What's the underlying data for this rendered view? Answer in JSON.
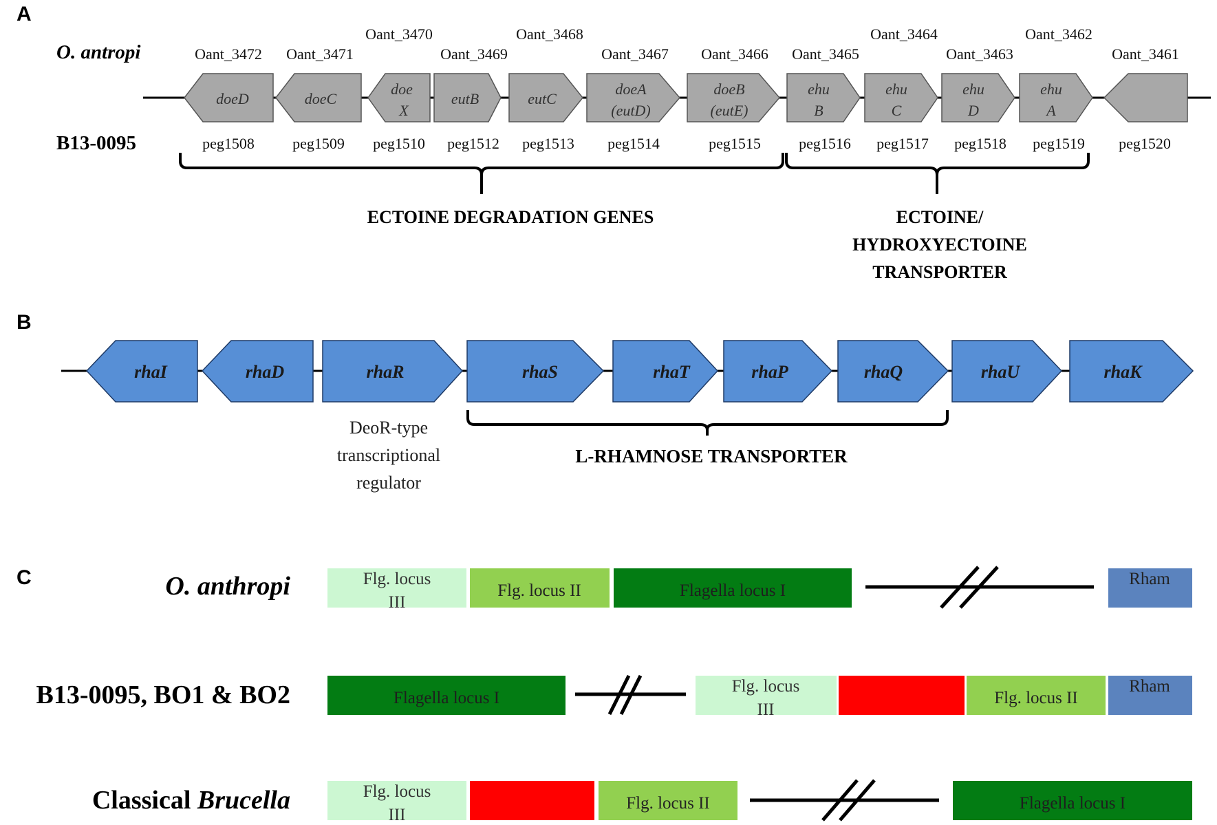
{
  "panels": {
    "a": "A",
    "b": "B",
    "c": "C"
  },
  "panel_a": {
    "organism_top": "O. antropi",
    "organism_bottom": "B13-0095",
    "genes": [
      {
        "label1": "doeD",
        "label2": "",
        "top_id": "Oant_3472",
        "bottom_id": "peg1508"
      },
      {
        "label1": "doeC",
        "label2": "",
        "top_id": "Oant_3471",
        "bottom_id": "peg1509"
      },
      {
        "label1": "doe",
        "label2": "X",
        "top_id": "Oant_3470",
        "bottom_id": "peg1510"
      },
      {
        "label1": "eutB",
        "label2": "",
        "top_id": "Oant_3469",
        "bottom_id": "peg1512"
      },
      {
        "label1": "eutC",
        "label2": "",
        "top_id": "Oant_3468",
        "bottom_id": "peg1513"
      },
      {
        "label1": "doeA",
        "label2": "(eutD)",
        "top_id": "Oant_3467",
        "bottom_id": "peg1514"
      },
      {
        "label1": "doeB",
        "label2": "(eutE)",
        "top_id": "Oant_3466",
        "bottom_id": "peg1515"
      },
      {
        "label1": "ehu",
        "label2": "B",
        "top_id": "Oant_3465",
        "bottom_id": "peg1516"
      },
      {
        "label1": "ehu",
        "label2": "C",
        "top_id": "Oant_3464",
        "bottom_id": "peg1517"
      },
      {
        "label1": "ehu",
        "label2": "D",
        "top_id": "Oant_3463",
        "bottom_id": "peg1518"
      },
      {
        "label1": "ehu",
        "label2": "A",
        "top_id": "Oant_3462",
        "bottom_id": "peg1519"
      },
      {
        "label1": "",
        "label2": "",
        "top_id": "Oant_3461",
        "bottom_id": "peg1520"
      }
    ],
    "group1": "ECTOINE DEGRADATION GENES",
    "group2_lines": [
      "ECTOINE/",
      "HYDROXYECTOINE",
      "TRANSPORTER"
    ]
  },
  "panel_b": {
    "genes": [
      "rhaI",
      "rhaD",
      "rhaR",
      "rhaS",
      "rhaT",
      "rhaP",
      "rhaQ",
      "rhaU",
      "rhaK"
    ],
    "regulator_lines": [
      "DeoR-type",
      "transcriptional",
      "regulator"
    ],
    "group": "L-RHAMNOSE TRANSPORTER",
    "color": "#578fd6"
  },
  "panel_c": {
    "colors": {
      "light": "#ccf7d2",
      "mid": "#92d050",
      "dark": "#037c13",
      "red": "#ff0000",
      "blue": "#5b83be"
    },
    "rows": [
      {
        "label": "O. anthropi",
        "blocks": [
          {
            "line1": "Flg. locus",
            "line2": "III"
          },
          {
            "line1": "Flg. locus II",
            "line2": ""
          },
          {
            "line1": "Flagella locus I",
            "line2": ""
          },
          {
            "line1": "Rham",
            "line2": ""
          }
        ]
      },
      {
        "label": "B13-0095, BO1 & BO2",
        "blocks": [
          {
            "line1": "Flagella locus I",
            "line2": ""
          },
          {
            "line1": "Flg. locus",
            "line2": "III"
          },
          {
            "line1": "",
            "line2": ""
          },
          {
            "line1": "Flg. locus II",
            "line2": ""
          },
          {
            "line1": "Rham",
            "line2": ""
          }
        ]
      },
      {
        "label_prefix": "Classical ",
        "label_italic": "Brucella",
        "blocks": [
          {
            "line1": "Flg. locus",
            "line2": "III"
          },
          {
            "line1": "",
            "line2": ""
          },
          {
            "line1": "Flg. locus II",
            "line2": ""
          },
          {
            "line1": "Flagella locus I",
            "line2": ""
          }
        ]
      }
    ]
  }
}
